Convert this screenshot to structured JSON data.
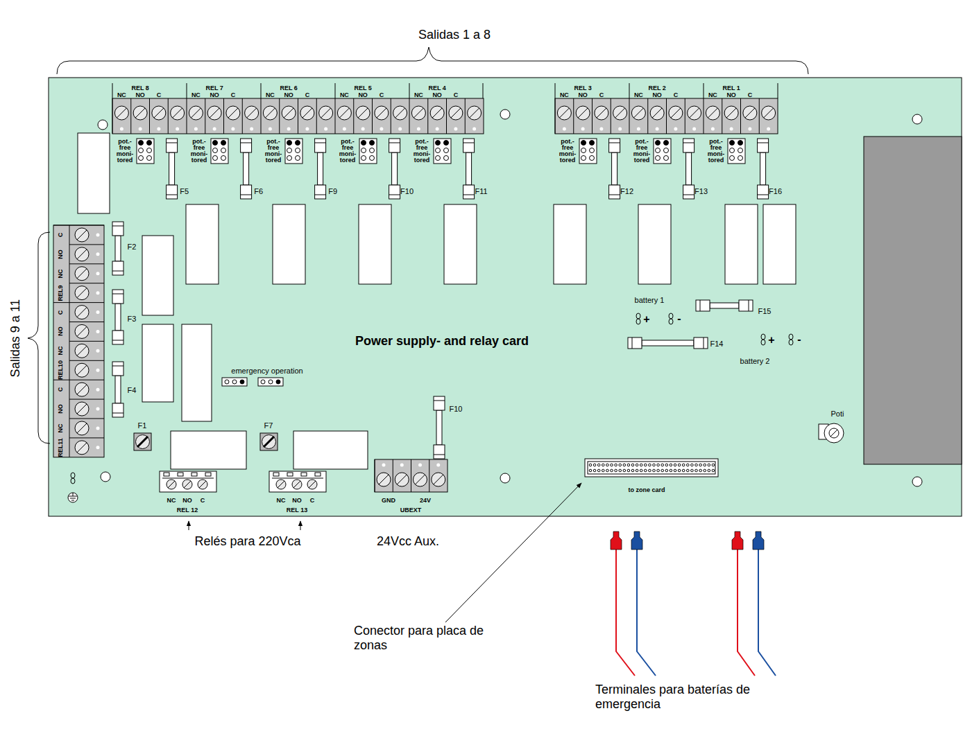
{
  "diagram": {
    "nodes": [
      {
        "text": [
          "Power supply- and relay card"
        ]
      }
    ],
    "labels": [
      "Salidas 1 a 8",
      "Salidas 9 a 11",
      "REL 8",
      "NC",
      "NO",
      "C",
      "pot.- free",
      "moni- tored",
      "F5",
      "REL 7",
      "NC",
      "NO",
      "C",
      "pot.- free",
      "moni- tored",
      "F6",
      "REL 6",
      "NC",
      "NO",
      "C",
      "pot.- free",
      "moni- tored",
      "F9",
      "REL 5",
      "NC",
      "NO",
      "C",
      "pot.- free",
      "moni- tored",
      "F10",
      "REL 4",
      "NC",
      "NO",
      "C",
      "pot.- free",
      "moni- tored",
      "F11",
      "REL 3",
      "NC",
      "NO",
      "C",
      "pot.- free",
      "moni- tored",
      "F12",
      "REL 2",
      "NC",
      "NO",
      "C",
      "pot.- free",
      "moni- tored",
      "F13",
      "REL 1",
      "NC",
      "NO",
      "C",
      "pot.- free",
      "moni- tored",
      "F16",
      "C",
      "NO",
      "NC",
      "REL9",
      "C",
      "NO",
      "NC",
      "REL10",
      "C",
      "NO",
      "NC",
      "REL11",
      "F2",
      "F3",
      "F4",
      "emergency operation",
      "F1",
      "F7",
      "NC",
      "NO",
      "C",
      "REL 12",
      "NC",
      "NO",
      "C",
      "REL 13",
      "F10",
      "GND",
      "24V",
      "UBEXT",
      "to zone card",
      "battery 1",
      "+",
      "-",
      "F15",
      "F14",
      "+",
      "-",
      "battery 2",
      "Poti",
      "Relés para 220Vca",
      "24Vcc Aux.",
      "Conector para placa de zonas",
      "Terminales para baterías de emergencia"
    ]
  }
}
